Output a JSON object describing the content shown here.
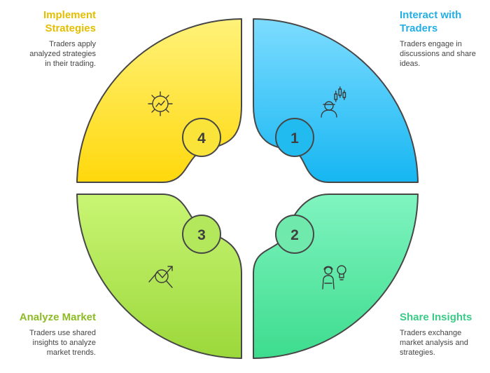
{
  "colors": {
    "interact": "#2FB8EC",
    "share": "#3DCC8A",
    "analyze": "#8FBC2A",
    "implement": "#E6C000",
    "outline": "#474747"
  },
  "steps": [
    {
      "number": "1",
      "title": "Interact with Traders",
      "description": "Traders engage in discussions and share ideas.",
      "icon": "trader-candlestick-icon"
    },
    {
      "number": "2",
      "title": "Share Insights",
      "description": "Traders exchange market analysis and strategies.",
      "icon": "people-lightbulb-icon"
    },
    {
      "number": "3",
      "title": "Analyze Market",
      "description": "Traders use shared insights to analyze market trends.",
      "icon": "trend-magnifier-icon"
    },
    {
      "number": "4",
      "title": "Implement Strategies",
      "description": "Traders apply analyzed strategies in their trading.",
      "icon": "gear-chart-icon"
    }
  ]
}
